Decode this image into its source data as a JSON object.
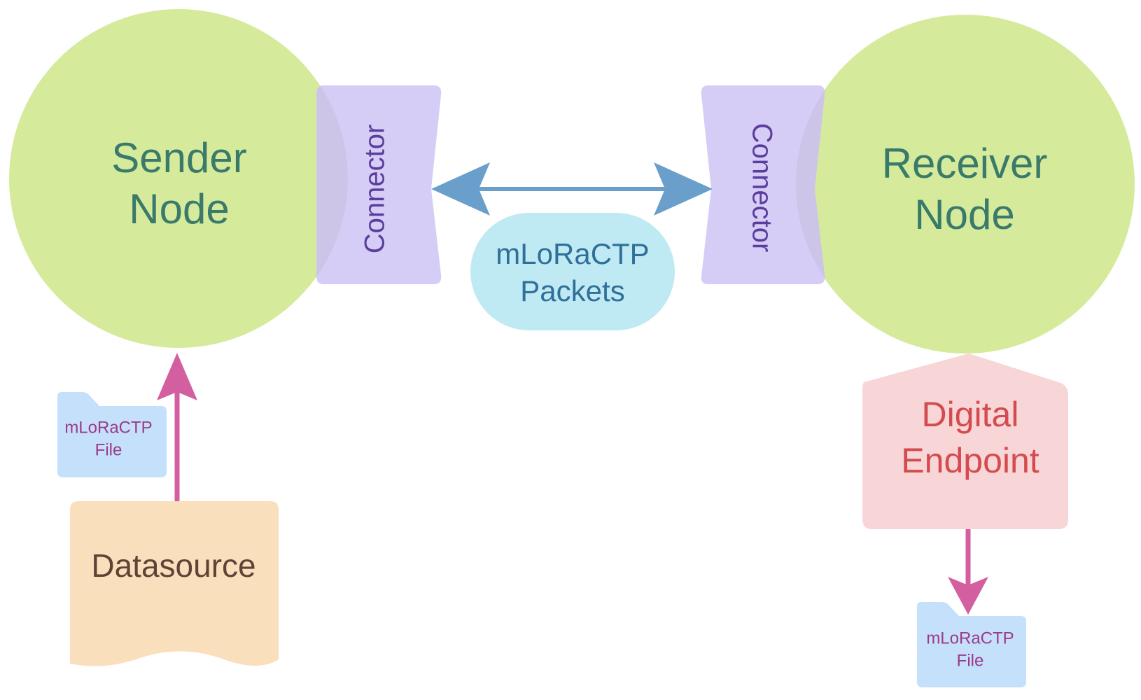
{
  "colors": {
    "node_fill": "#d5eb9b",
    "node_text": "#3a7a6b",
    "connector_fill": "#d6cdf7",
    "connector_text": "#5b3e9c",
    "packets_fill": "#bfeaf3",
    "packets_text": "#2f6f9a",
    "link_arrow": "#6a9fcc",
    "flow_arrow": "#d35fa0",
    "file_fill": "#c4e0fa",
    "file_text": "#9c3a8a",
    "datasource_fill": "#f9dfbb",
    "datasource_text": "#5e4337",
    "endpoint_fill": "#f8d5d6",
    "endpoint_text": "#d34b4e"
  },
  "sender": {
    "line1": "Sender",
    "line2": "Node"
  },
  "receiver": {
    "line1": "Receiver",
    "line2": "Node"
  },
  "connector_left": {
    "label": "Connector"
  },
  "connector_right": {
    "label": "Connector"
  },
  "packets": {
    "line1": "mLoRaCTP",
    "line2": "Packets"
  },
  "file_left": {
    "line1": "mLoRaCTP",
    "line2": "File"
  },
  "file_right": {
    "line1": "mLoRaCTP",
    "line2": "File"
  },
  "datasource": {
    "label": "Datasource"
  },
  "endpoint": {
    "line1": "Digital",
    "line2": "Endpoint"
  }
}
